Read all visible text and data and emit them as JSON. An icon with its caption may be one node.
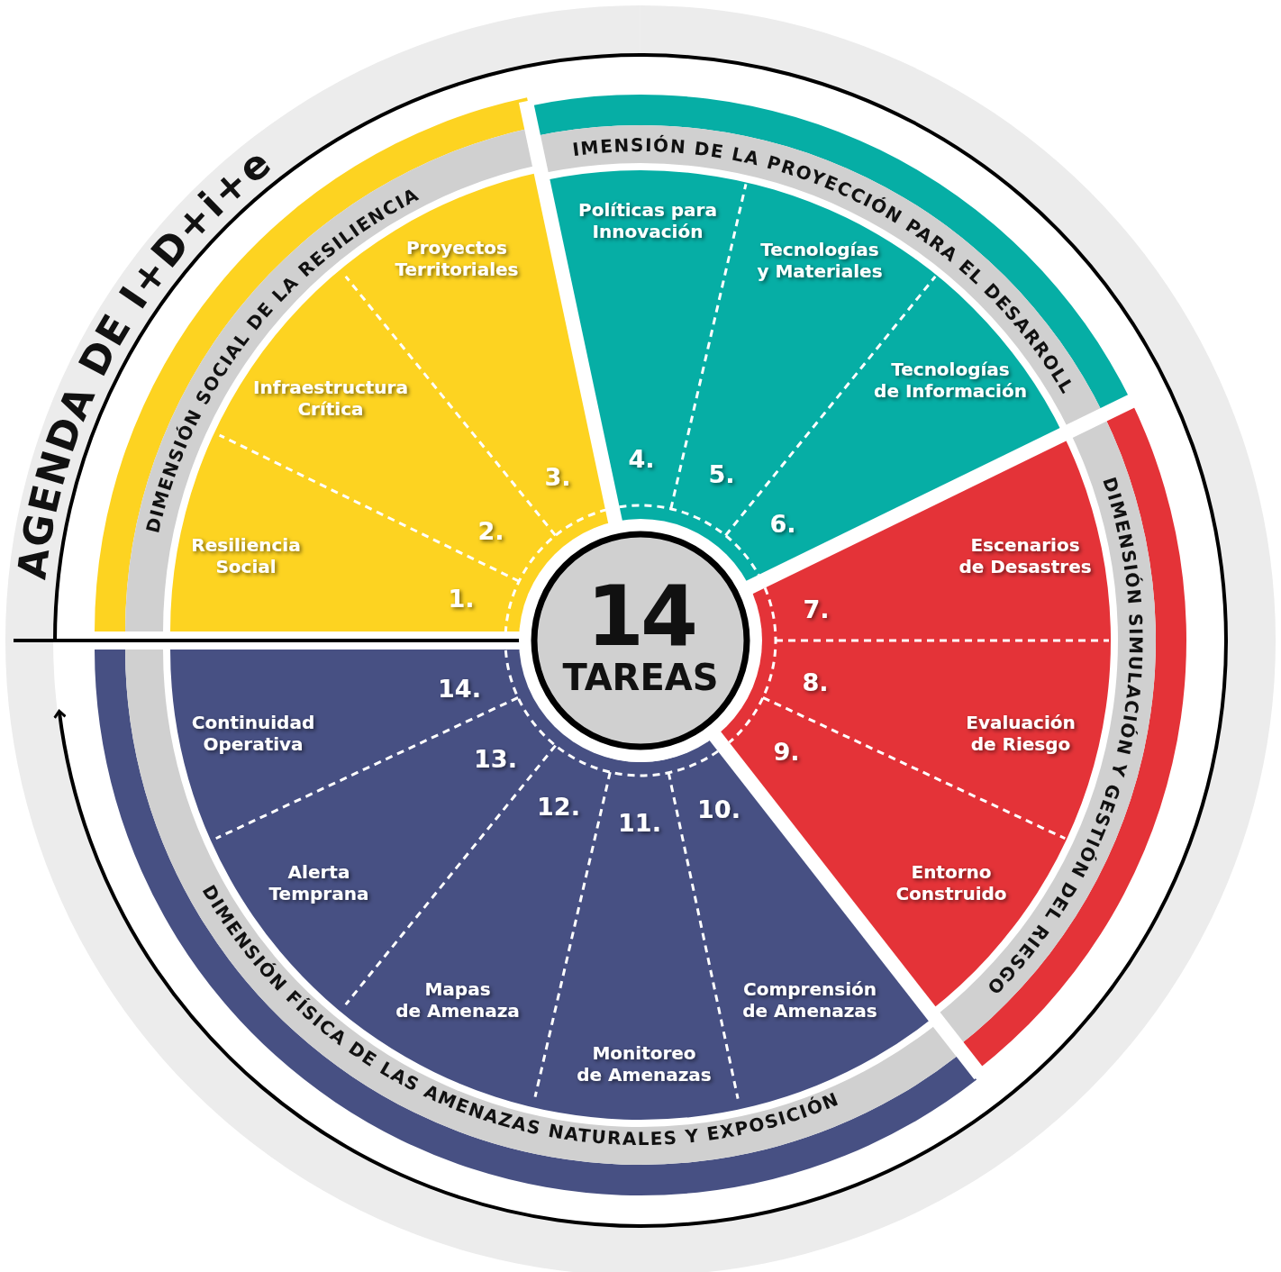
{
  "diagram": {
    "title": "AGENDA DE I+D+i+e",
    "nodes": [
      {
        "text": [
          "14",
          "TAREAS"
        ]
      },
      {
        "text": [
          "DIMENSIÓN SOCIAL DE LA RESILIENCIA"
        ]
      },
      {
        "text": [
          "Resiliencia Social",
          "1."
        ],
        "in": 1
      },
      {
        "text": [
          "Infraestructura Crítica",
          "2."
        ],
        "in": 1
      },
      {
        "text": [
          "Proyectos Territoriales",
          "3."
        ],
        "in": 1
      },
      {
        "text": [
          "DIMENSIÓN DE LA PROYECCIÓN PARA EL DESARROLLO"
        ]
      },
      {
        "text": [
          "Políticas para Innovación",
          "4."
        ],
        "in": 5
      },
      {
        "text": [
          "Tecnologías y Materiales",
          "5."
        ],
        "in": 5
      },
      {
        "text": [
          "Tecnologías de Información",
          "6."
        ],
        "in": 5
      },
      {
        "text": [
          "DIMENSIÓN SIMULACIÓN Y GESTIÓN DEL RIESGO"
        ]
      },
      {
        "text": [
          "Escenarios de Desastres",
          "7."
        ],
        "in": 9
      },
      {
        "text": [
          "8.",
          "Evaluación de Riesgo"
        ],
        "in": 9
      },
      {
        "text": [
          "9.",
          "Entorno Construido"
        ],
        "in": 9
      },
      {
        "text": [
          "DIMENSIÓN FÍSICA DE LAS AMENAZAS NATURALES Y EXPOSICIÓN"
        ]
      },
      {
        "text": [
          "10.",
          "Comprensión de Amenazas"
        ],
        "in": 13
      },
      {
        "text": [
          "11.",
          "Monitoreo de Amenazas"
        ],
        "in": 13
      },
      {
        "text": [
          "12.",
          "Mapas de Amenaza"
        ],
        "in": 13
      },
      {
        "text": [
          "13.",
          "Alerta Temprana"
        ],
        "in": 13
      },
      {
        "text": [
          "14.",
          "Continuidad Operativa"
        ],
        "in": 13
      }
    ]
  }
}
